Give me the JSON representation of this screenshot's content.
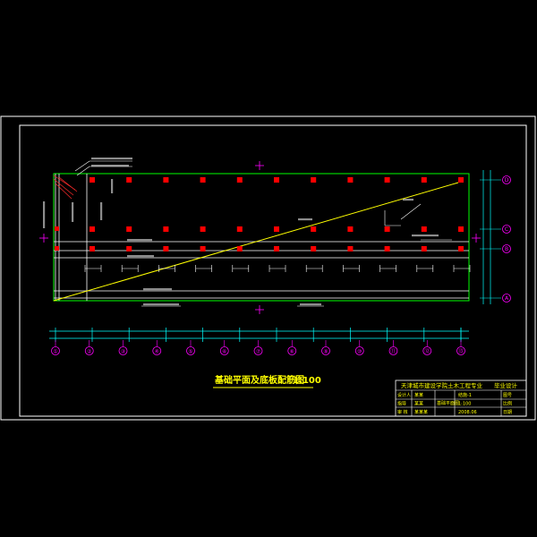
{
  "drawing": {
    "title": "基础平面及底板配筋图",
    "scale_label": "1:100",
    "grid_axes_bottom": [
      "①",
      "②",
      "③",
      "④",
      "⑤",
      "⑥",
      "⑦",
      "⑧",
      "⑨",
      "⑩",
      "⑪",
      "⑫",
      "⑬"
    ],
    "grid_axes_right": [
      "D",
      "C",
      "B",
      "A"
    ]
  },
  "title_block": {
    "company": "天津城市建设学院土木工程专业",
    "project": "毕业设计",
    "col_labels": [
      "设计人",
      "指导",
      "审 核"
    ],
    "row_texts": [
      "某某",
      "某某",
      "某某某"
    ],
    "drawing_name": "基础平面图",
    "sheet_labels": [
      "图号",
      "比例",
      "日期"
    ],
    "sheet_values": [
      "结施-1",
      "1:100",
      "2008.06"
    ]
  },
  "colors": {
    "background": "#000000",
    "frame": "#ffffff",
    "outline": "#00ff00",
    "column": "#ff0000",
    "grid": "#00ffff",
    "axis_bubble": "#ff00ff",
    "diagonal": "#ffff00",
    "title": "#ffff00",
    "annotation": "#ffffff",
    "dim": "#00ffff"
  }
}
